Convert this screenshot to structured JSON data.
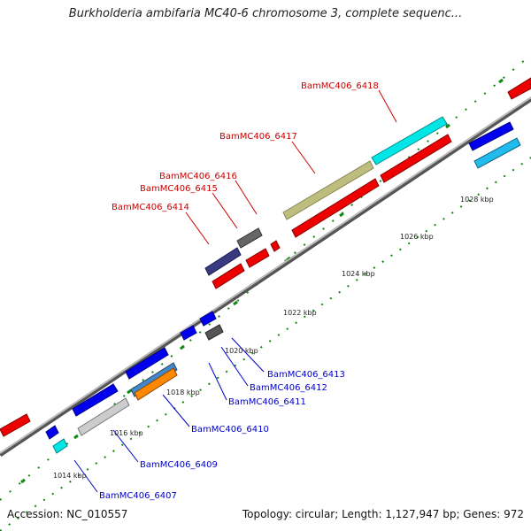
{
  "title": "Burkholderia ambifaria MC40-6 chromosome 3, complete sequenc...",
  "footer": {
    "accession": "Accession: NC_010557",
    "topology": "Topology: circular; Length: 1,127,947 bp; Genes: 972"
  },
  "ticks": [
    {
      "label": "1014 kbp",
      "pos": 1014
    },
    {
      "label": "1016 kbp",
      "pos": 1016
    },
    {
      "label": "1018 kbp",
      "pos": 1018
    },
    {
      "label": "1020 kbp",
      "pos": 1020
    },
    {
      "label": "1022 kbp",
      "pos": 1022
    },
    {
      "label": "1024 kbp",
      "pos": 1024
    },
    {
      "label": "1026 kbp",
      "pos": 1026
    },
    {
      "label": "1028 kbp",
      "pos": 1028
    }
  ],
  "gene_labels": {
    "forward": [
      "BamMC406_6414",
      "BamMC406_6415",
      "BamMC406_6416",
      "BamMC406_6417",
      "BamMC406_6418"
    ],
    "reverse": [
      "BamMC406_6407",
      "BamMC406_6409",
      "BamMC406_6410",
      "BamMC406_6411",
      "BamMC406_6412",
      "BamMC406_6413"
    ]
  },
  "colors": {
    "forward_label": "#cc0000",
    "reverse_label": "#0000cc",
    "backbone": "#888888",
    "tick": "#118811"
  }
}
